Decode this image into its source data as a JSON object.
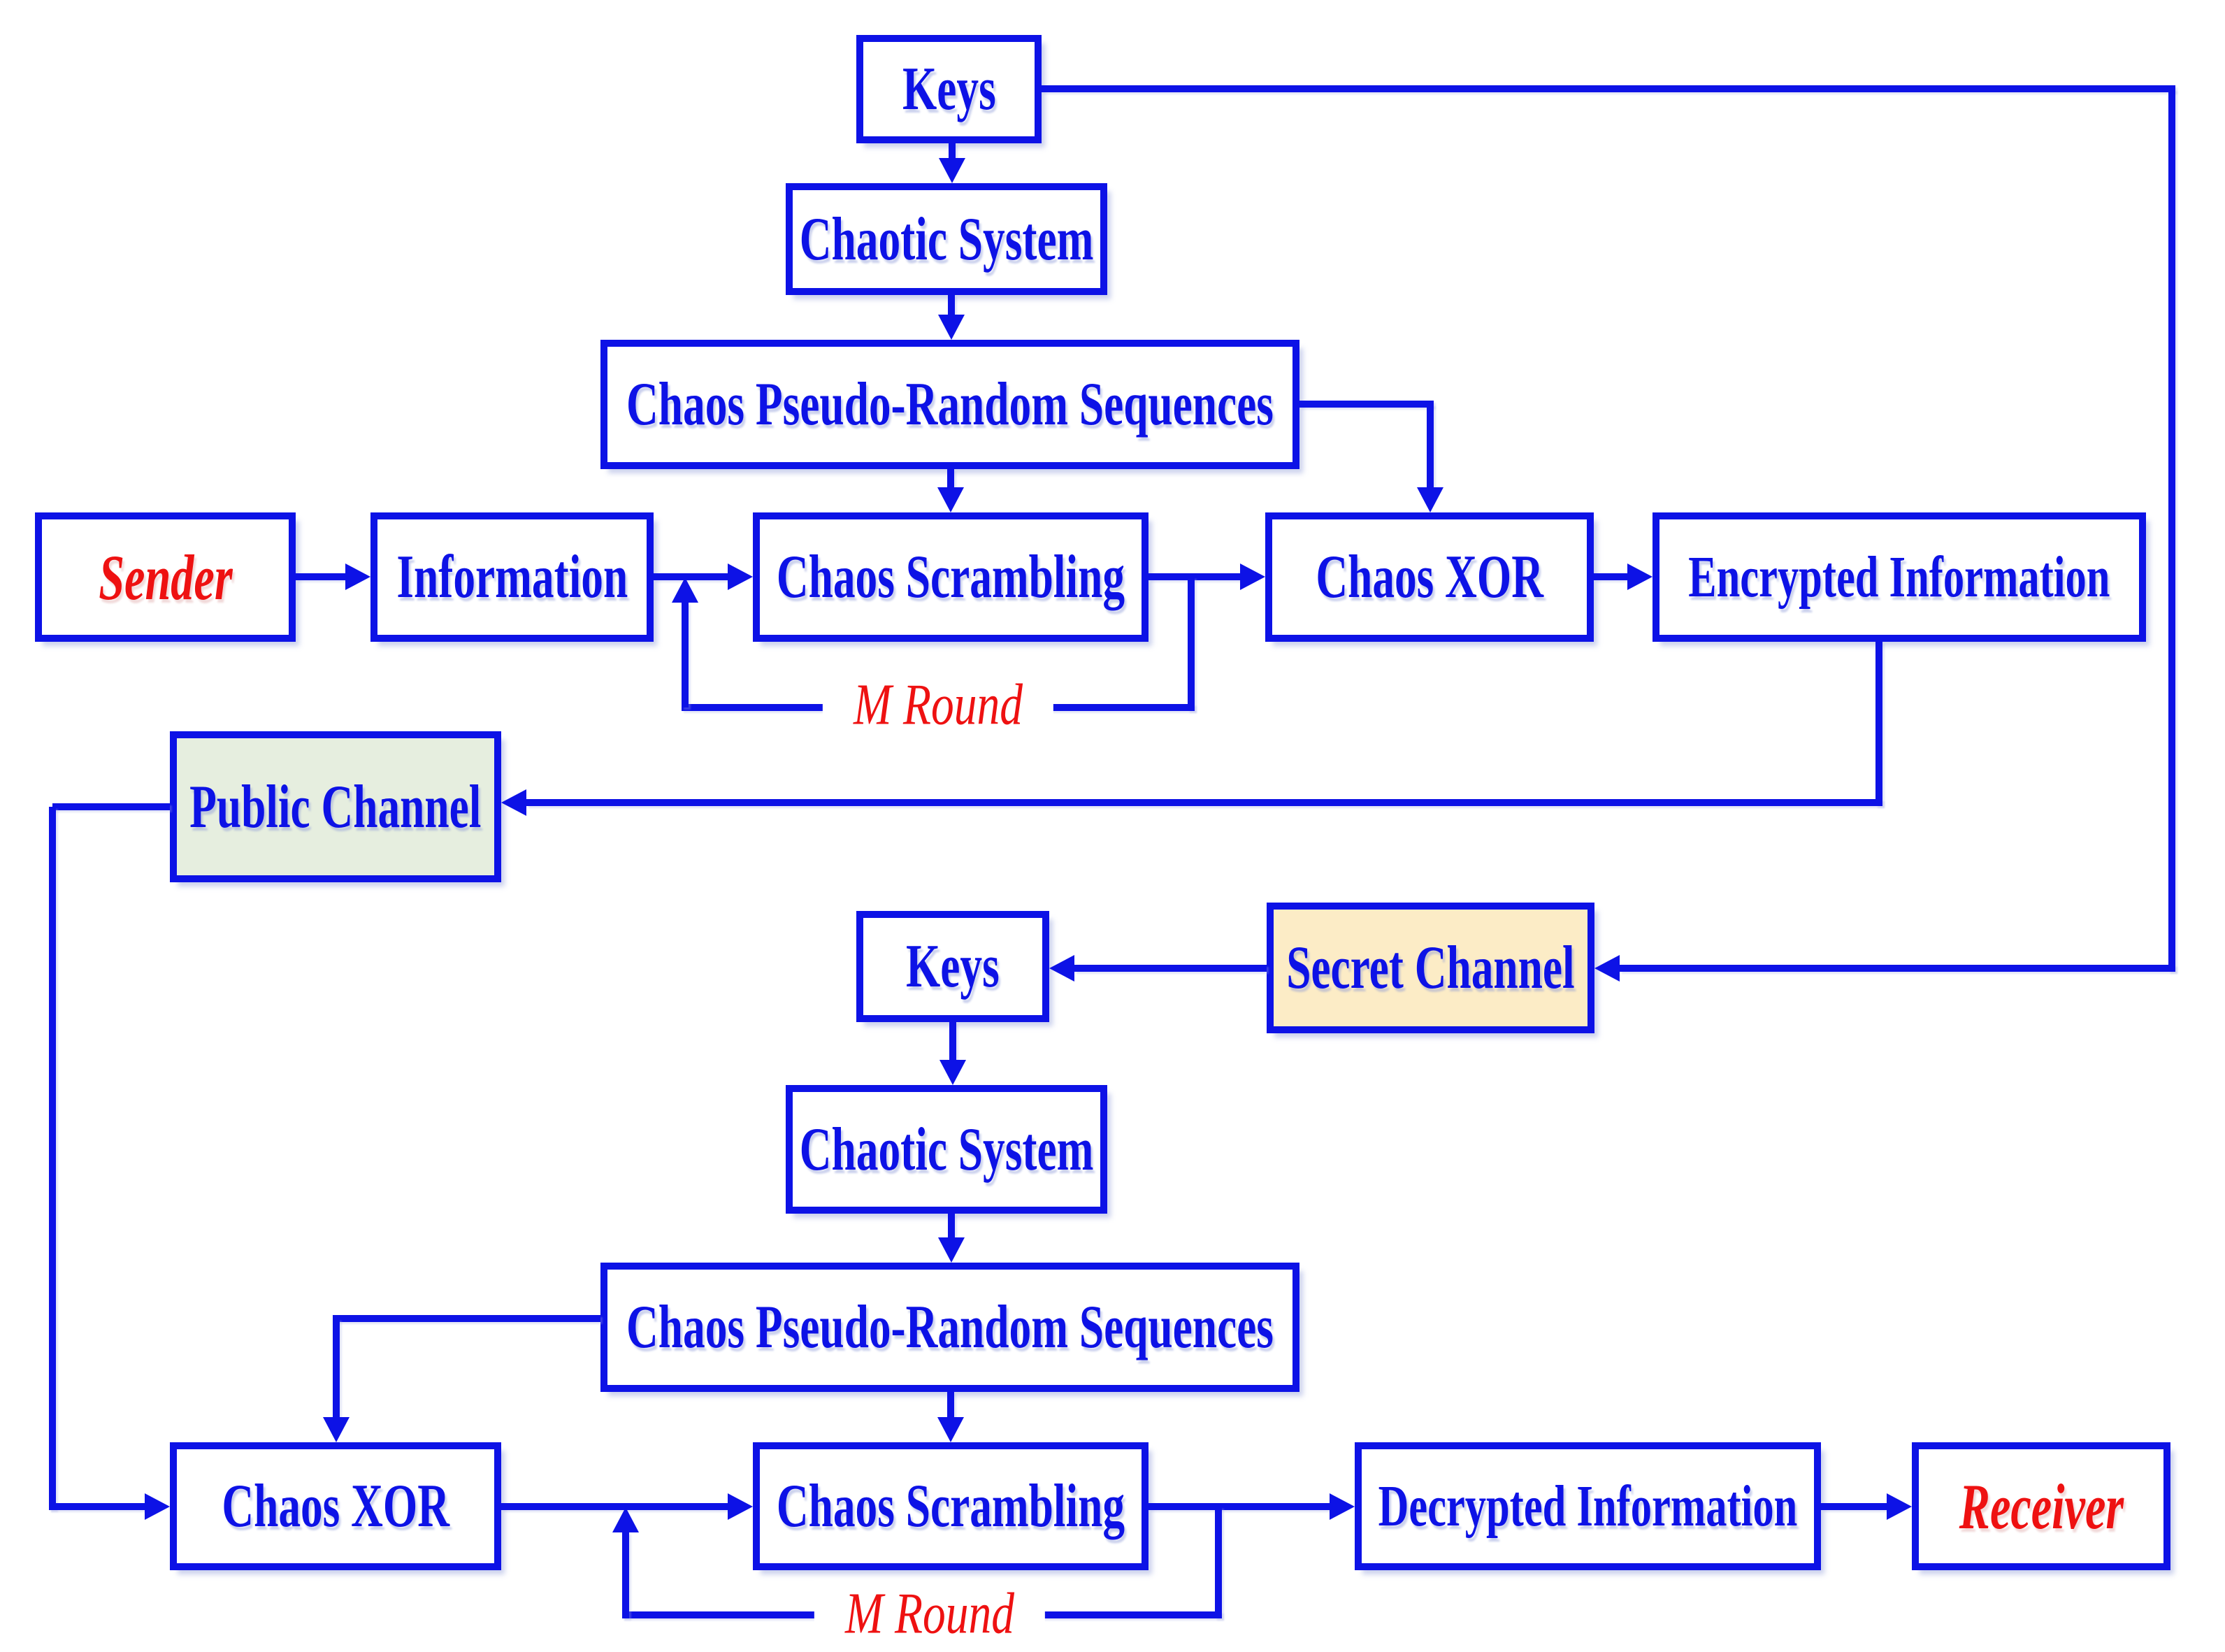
{
  "diagram": {
    "nodes": {
      "keys_top": {
        "label": "Keys"
      },
      "chaotic_top": {
        "label": "Chaotic System"
      },
      "cprs_top": {
        "label": "Chaos Pseudo-Random Sequences"
      },
      "sender": {
        "label": "Sender"
      },
      "information": {
        "label": "Information"
      },
      "scrambling_top": {
        "label": "Chaos Scrambling"
      },
      "xor_top": {
        "label": "Chaos XOR"
      },
      "encrypted": {
        "label": "Encrypted Information"
      },
      "public_channel": {
        "label": "Public Channel"
      },
      "keys_bottom": {
        "label": "Keys"
      },
      "secret_channel": {
        "label": "Secret Channel"
      },
      "chaotic_bottom": {
        "label": "Chaotic System"
      },
      "cprs_bottom": {
        "label": "Chaos Pseudo-Random Sequences"
      },
      "xor_bottom": {
        "label": "Chaos XOR"
      },
      "scrambling_bottom": {
        "label": "Chaos Scrambling"
      },
      "decrypted": {
        "label": "Decrypted Information"
      },
      "receiver": {
        "label": "Receiver"
      }
    },
    "loop_labels": {
      "top": "M Round",
      "bottom": "M Round"
    },
    "colors": {
      "line_and_text_blue": "#0d12e6",
      "accent_red": "#ee1111",
      "public_channel_fill": "#e6eedf",
      "secret_channel_fill": "#fcecc6",
      "background": "#ffffff"
    }
  }
}
